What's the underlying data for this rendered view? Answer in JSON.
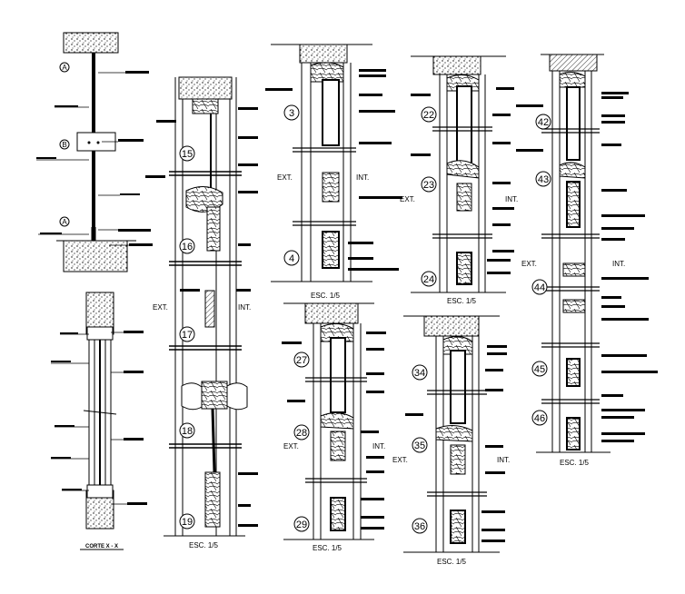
{
  "labels": {
    "ext": "EXT.",
    "int": "INT.",
    "scale": "ESC. 1/5",
    "section_title": "CORTE X - X",
    "markers": [
      "A",
      "B",
      "A"
    ]
  },
  "detail_numbers": [
    "15",
    "16",
    "17",
    "18",
    "19",
    "3",
    "4",
    "22",
    "23",
    "24",
    "27",
    "28",
    "29",
    "34",
    "35",
    "36",
    "42",
    "43",
    "44",
    "45",
    "46"
  ],
  "colors": {
    "ink": "#000000",
    "fill": "#bdbdbd",
    "paper": "#ffffff"
  }
}
